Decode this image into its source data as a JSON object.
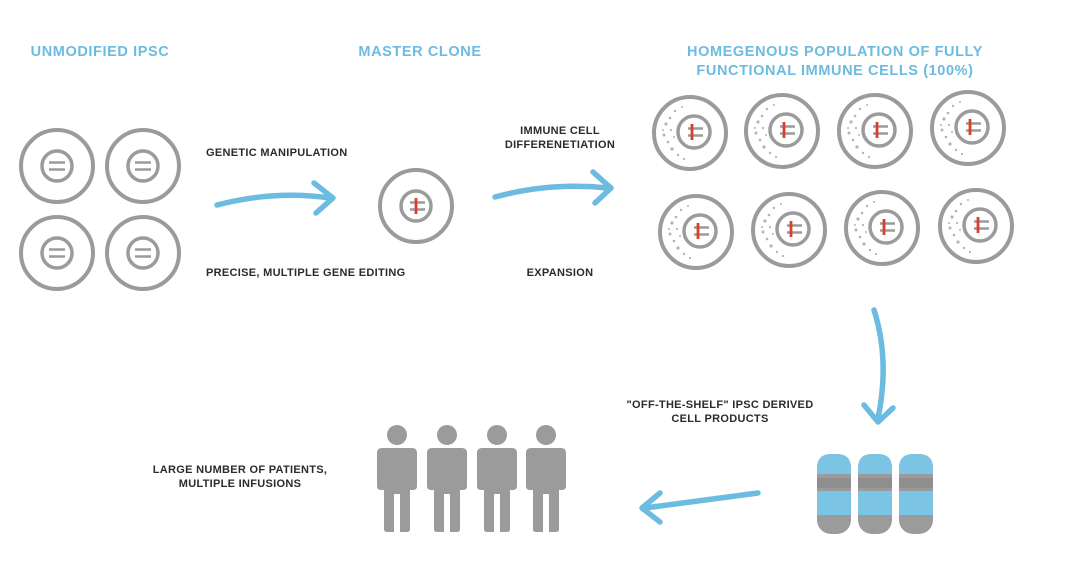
{
  "stages": {
    "unmodified": {
      "title": "UNMODIFIED IPSC"
    },
    "master": {
      "title": "MASTER CLONE"
    },
    "population": {
      "title_line1": "HOMEGENOUS POPULATION OF FULLY",
      "title_line2": "FUNCTIONAL IMMUNE CELLS (100%)"
    }
  },
  "steps": {
    "genetic_manipulation": "GENETIC MANIPULATION",
    "gene_editing": "PRECISE, MULTIPLE GENE EDITING",
    "differentiation_line1": "IMMUNE CELL",
    "differentiation_line2": "DIFFERENETIATION",
    "expansion": "EXPANSION",
    "products_line1": "\"OFF-THE-SHELF\" IPSC DERIVED",
    "products_line2": "CELL PRODUCTS",
    "patients_line1": "LARGE NUMBER OF PATIENTS,",
    "patients_line2": "MULTIPLE INFUSIONS"
  },
  "colors": {
    "accent_blue": "#6cbbe0",
    "cell_gray": "#9b9b9b",
    "edit_red": "#d9402b",
    "text_dark": "#2b2b2b"
  },
  "counts": {
    "unmodified_cells": 4,
    "immune_cells": 8,
    "vials": 3,
    "patients": 4
  }
}
